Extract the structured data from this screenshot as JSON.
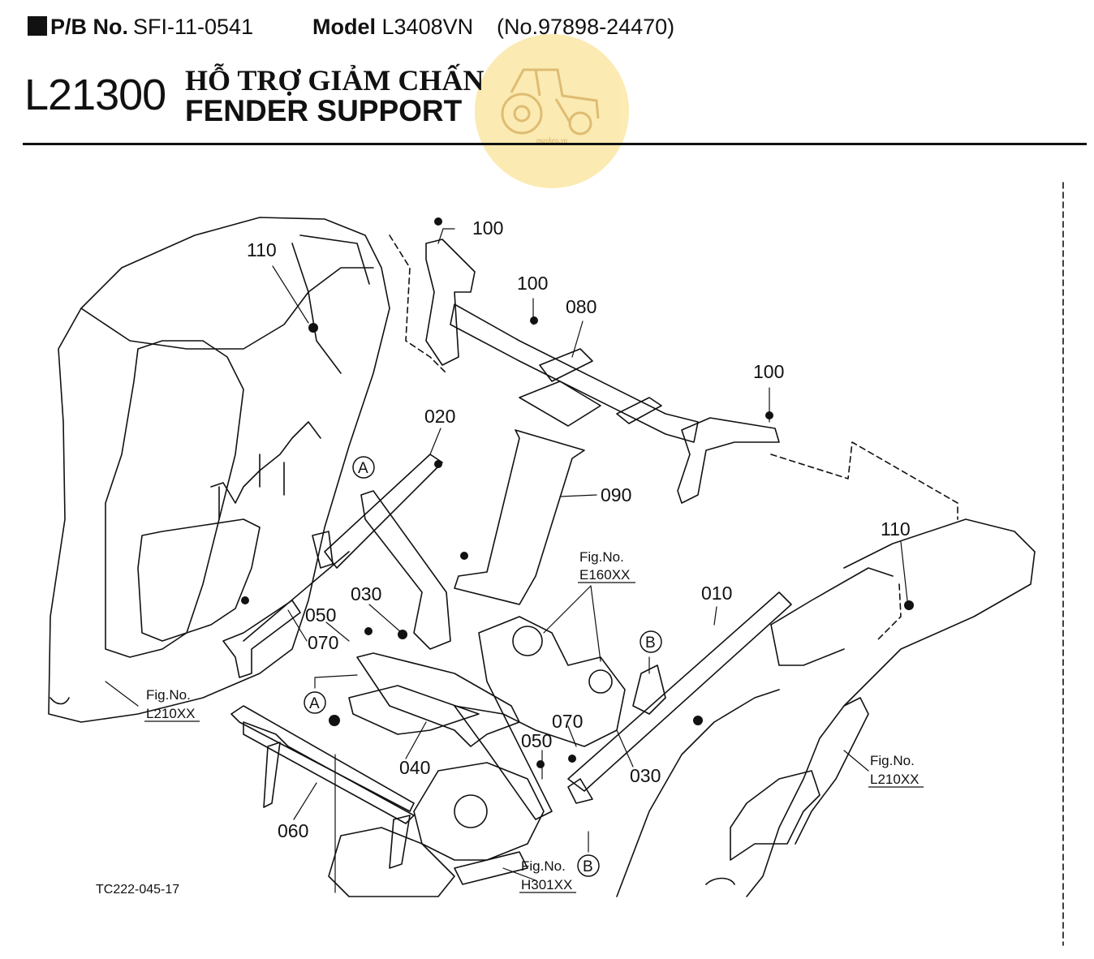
{
  "header": {
    "pb_label": "P/B No.",
    "pb_value": "SFI-11-0541",
    "model_label": "Model",
    "model_value": "L3408VN",
    "serial": "(No.97898-24470)"
  },
  "section": {
    "code": "L21300",
    "title_vi": "HỖ TRỢ GIẢM CHẤN",
    "title_en": "FENDER SUPPORT"
  },
  "watermark": {
    "text": "maykeo.vn",
    "icon": "tractor-icon",
    "color": "#fbe7a5"
  },
  "diagram": {
    "part_labels": {
      "p100a": "100",
      "p100b": "100",
      "p100c": "100",
      "p110a": "110",
      "p110b": "110",
      "p080": "080",
      "p020": "020",
      "p090": "090",
      "p010": "010",
      "p030a": "030",
      "p030b": "030",
      "p050a": "050",
      "p050b": "050",
      "p070a": "070",
      "p070b": "070",
      "p040": "040",
      "p060": "060"
    },
    "refs": {
      "a1": "A",
      "a2": "A",
      "b1": "B",
      "b2": "B"
    },
    "fig_refs": {
      "fig_label": "Fig.No.",
      "e160": "E160XX",
      "l210_left": "L210XX",
      "l210_right": "L210XX",
      "h301": "H301XX"
    },
    "drawing_code": "TC222-045-17"
  }
}
